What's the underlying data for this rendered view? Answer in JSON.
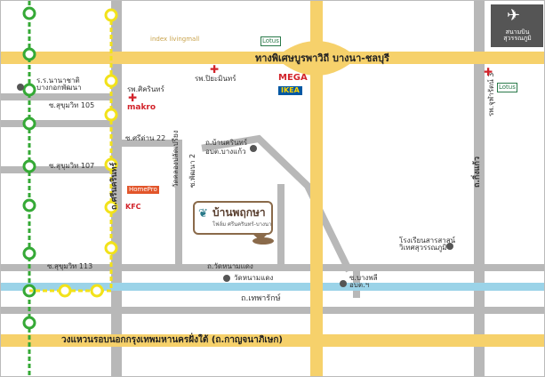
{
  "labels": {
    "bangna_chonburi": "ทางพิเศษบูรพาวิถี บางนา-ชลบุรี",
    "ring_road": "วงแหวนรอบนอกกรุงเทพมหานครฝั่งใต้ (ถ.กาญจนาภิเษก)",
    "srinakarin_rd": "ถ.ศรีนครินทร์",
    "kingkaew_rd": "ถ.กิ่งแก้ว",
    "thepharak_rd": "ถ.เทพารักษ์",
    "wat_nam_daeng_rd": "ถ.วัดหนามแดง",
    "ban_krin_rd": "ถ.บ้านครินทร์",
    "soi_105": "ซ.สุขุมวิท 105",
    "soi_107": "ซ.สุขุมวิท 107",
    "soi_113": "ซ.สุขุมวิท 113",
    "soi_sridan22": "ซ.ศรีด่าน 22",
    "soi_pattana2": "ซ.พัฒนา 2",
    "wat_khlong_prik": "วัดคลองปลัดเปรียง",
    "school_bangkok_patana": "ร.ร.นานาชาติ บางกอกพัฒนา",
    "hospital_srinakarin": "รพ.ศิครินทร์",
    "hospital_piyamin": "รพ.ปิยะมินทร์",
    "hospital_right": "รพ.จุฬารัตน์ 3",
    "district_office": "อบต.บางแก้ว",
    "wat_nam_daeng": "วัดหนามแดง",
    "school_sarasas": "โรงเรียนสารสาสน์ วิเทศสุวรรณภูมิ",
    "bang_phli_office": "ซ.บางพลี อบต.ฯ",
    "airport": "สนามบิน สุวรรณภูมิ"
  },
  "brands": {
    "index_living": "index livingmall",
    "makro": "makro",
    "mega": "MEGA",
    "ikea": "IKEA",
    "lotus1": "Lotus",
    "lotus2": "Lotus",
    "kfc": "KFC",
    "homepro": "HomePro"
  },
  "project": {
    "name": "บ้านพฤกษา",
    "sub": "โฟล์ม ศรีนครินทร์-บางนา"
  },
  "colors": {
    "expressway": "#f6d16b",
    "road": "#b8b8b8",
    "canal": "#9bd3e8",
    "green_line": "#35a936",
    "yellow_line": "#f2e21a",
    "project_brown": "#8a6a4a"
  }
}
